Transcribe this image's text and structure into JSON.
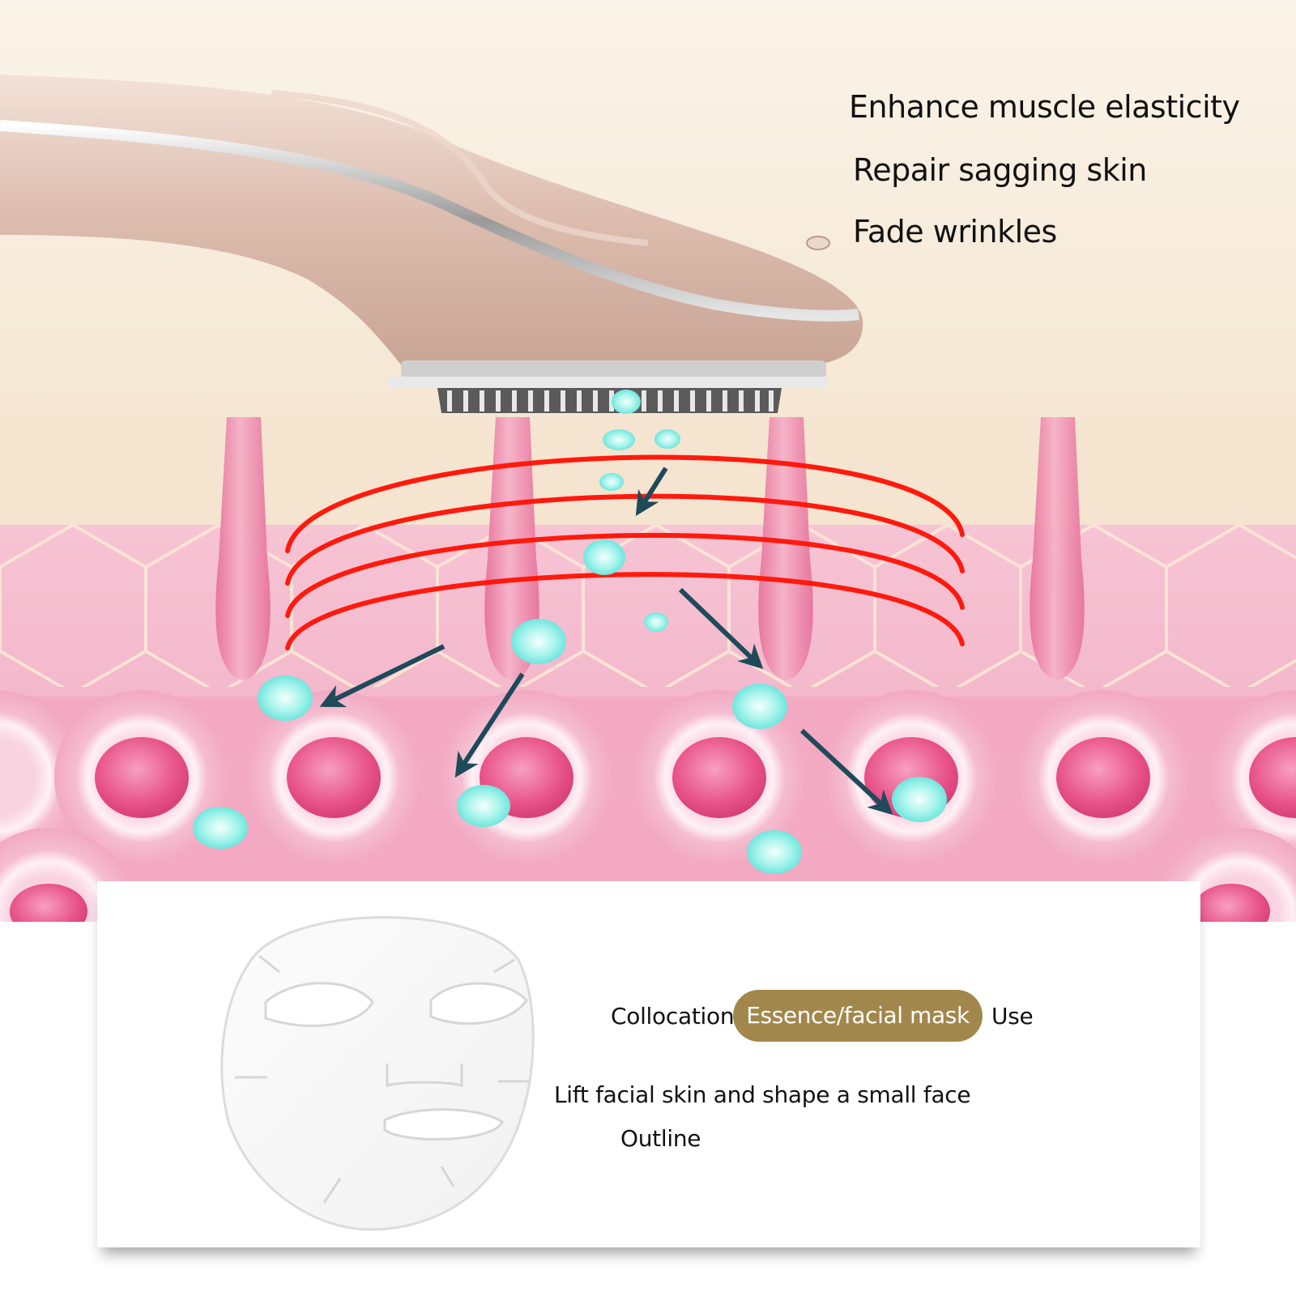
{
  "benefits": [
    "Enhance muscle elasticity",
    "Repair sagging skin",
    "Fade wrinkles"
  ],
  "usage": {
    "prefix": "Collocation",
    "highlight": "Essence/facial mask",
    "suffix": "Use",
    "description_line1": "Lift facial skin and shape a small face",
    "description_line2": "Outline"
  },
  "colors": {
    "background_top": "#f5ead9",
    "skin_layer": "#f0a9c2",
    "cell_nucleus": "#e8538a",
    "rf_wave": "#ff1a0d",
    "nutrient_particle": "#8feee5",
    "arrow": "#1e4a5a",
    "device_body": "#e0c2b4",
    "pill": "#a2874c"
  },
  "icons": {
    "device": "beauty-device-icon",
    "mask": "facial-mask-icon"
  }
}
